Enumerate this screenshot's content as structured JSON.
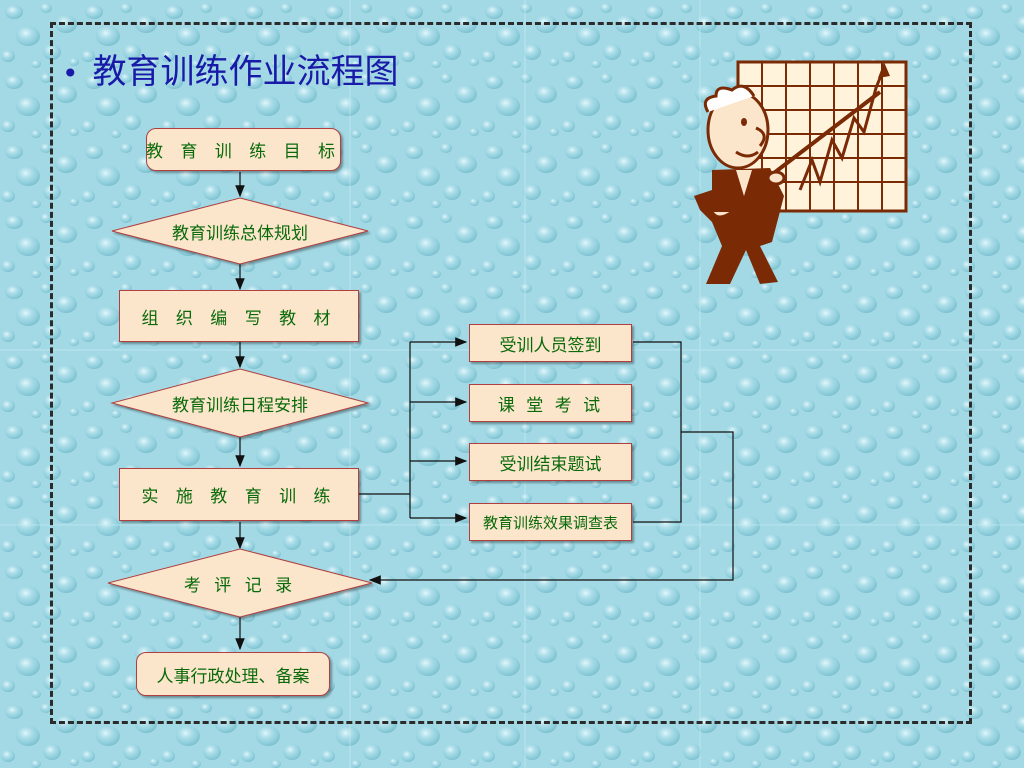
{
  "title": "教育训练作业流程图",
  "bullet": "•",
  "nodes": {
    "goal": "教 育 训 练 目 标",
    "plan": "教育训练总体规划",
    "materials": "组 织 编 写 教 材",
    "schedule": "教育训练日程安排",
    "implement": "实 施 教 育 训 练",
    "signin": "受训人员签到",
    "exam": "课 堂 考 试",
    "final_test": "受训结束题试",
    "survey": "教育训练效果调查表",
    "evaluate": "考 评 记 录",
    "hr": "人事行政处理、备案"
  },
  "colors": {
    "background": "#9fd6e2",
    "box_fill": "#fbe6cc",
    "box_border": "#b04040",
    "node_text": "#0a6a0a",
    "title_text": "#1a1aa8",
    "figure": "#7a2a05"
  },
  "illustration": "man-presenting-rising-chart"
}
